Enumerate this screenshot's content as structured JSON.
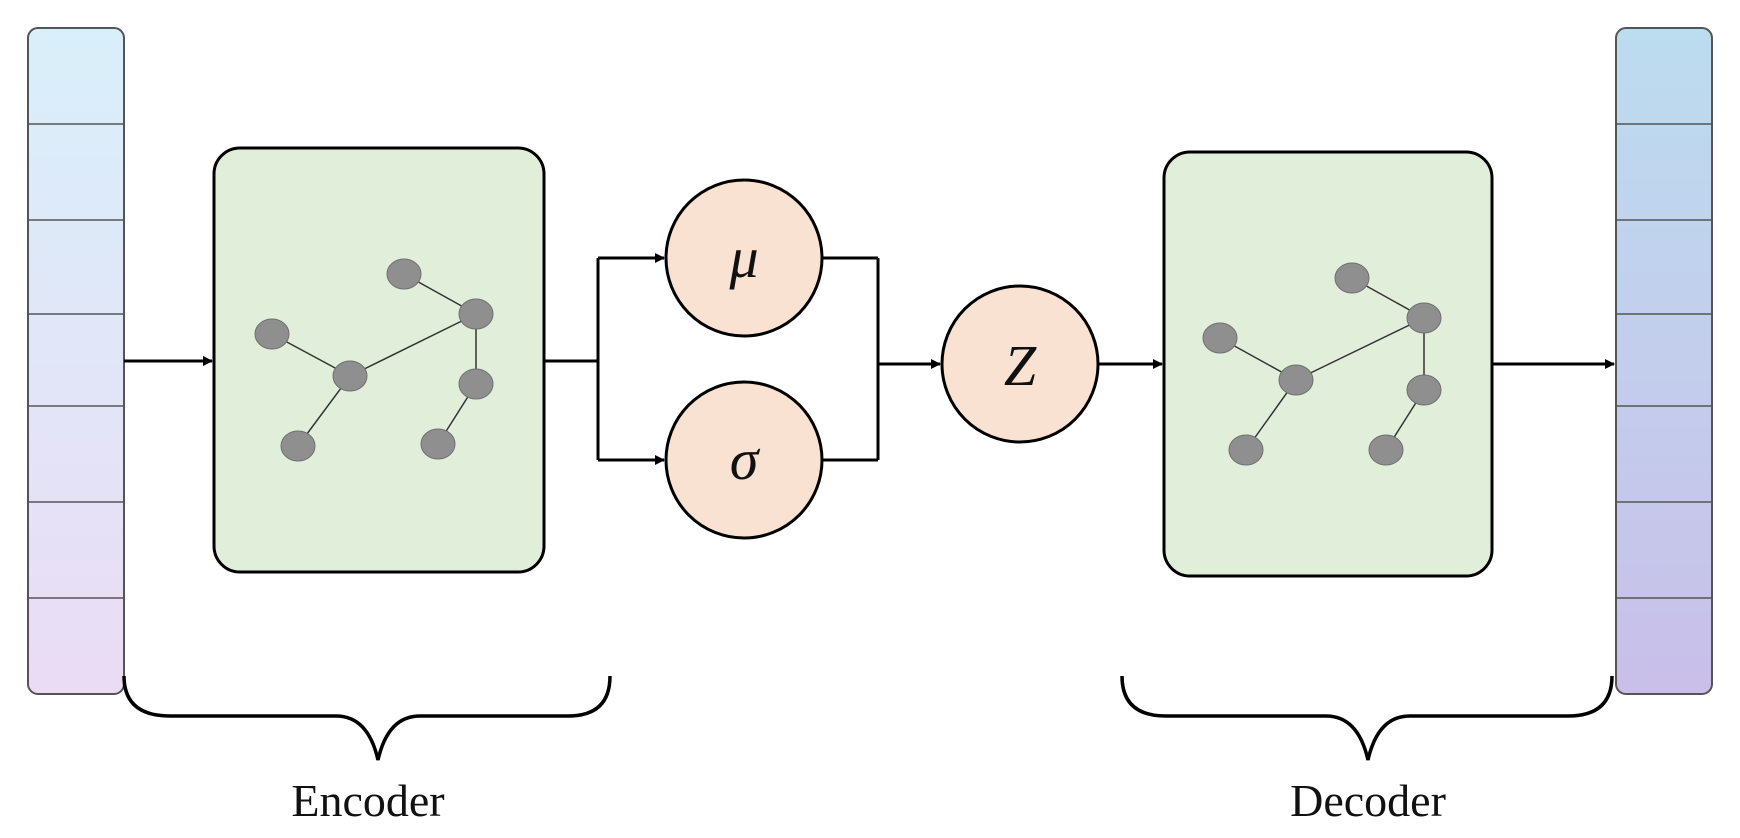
{
  "labels": {
    "encoder": "Encoder",
    "decoder": "Decoder"
  },
  "symbols": {
    "mu": "μ",
    "sigma": "σ",
    "z": "Z"
  },
  "colors": {
    "block_fill": "#e1efda",
    "node_fill": "#f9e2d1",
    "graph_node": "#8f8f8f",
    "input_vector_top": "#d9effa",
    "input_vector_bottom": "#eadcf5",
    "output_vector_top": "#bcdcef",
    "output_vector_bottom": "#c9bfe9"
  },
  "vectors": {
    "input_cells": 7,
    "output_cells": 7
  }
}
